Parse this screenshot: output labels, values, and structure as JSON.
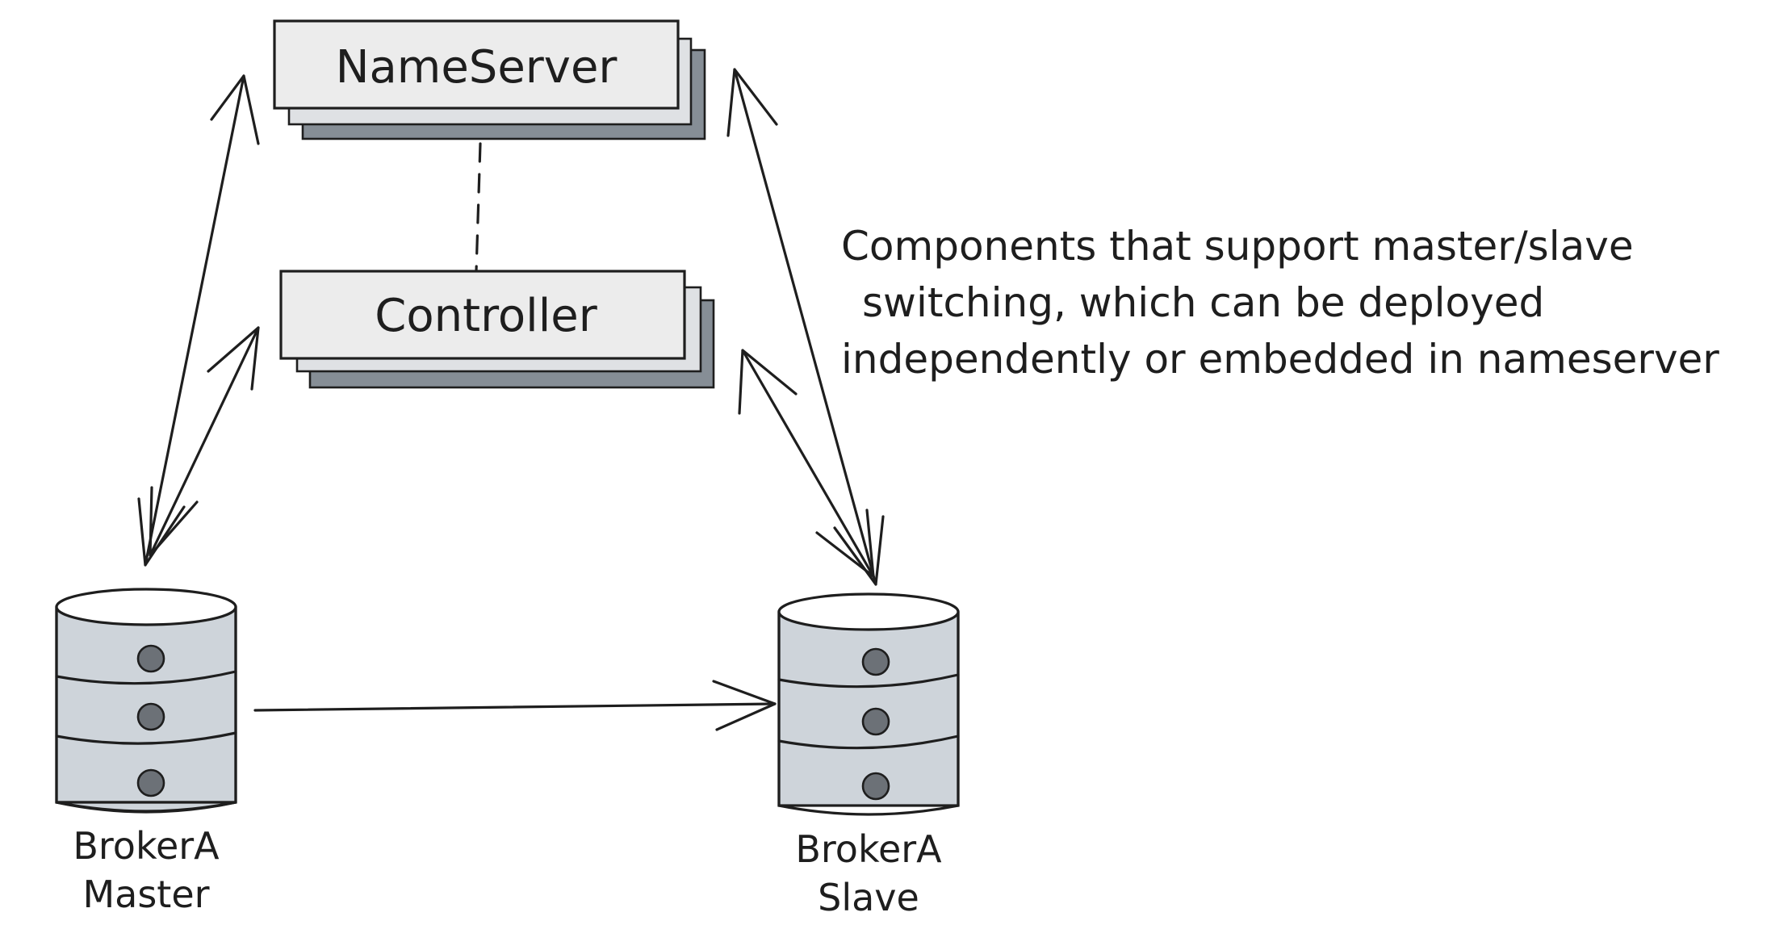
{
  "nodes": {
    "nameserver": {
      "label": "NameServer"
    },
    "controller": {
      "label": "Controller"
    },
    "broker_master": {
      "line1": "BrokerA",
      "line2": "Master"
    },
    "broker_slave": {
      "line1": "BrokerA",
      "line2": "Slave"
    }
  },
  "annotation": {
    "line1": "Components that support master/slave",
    "line2": "switching, which can be deployed",
    "line3": "independently or embedded in nameserver"
  },
  "colors": {
    "stroke": "#1e1e1e",
    "box_fill": "#ececec",
    "stack_fill_light": "#dfe1e4",
    "stack_fill_dark": "#868e96",
    "db_fill": "#ced4da"
  }
}
